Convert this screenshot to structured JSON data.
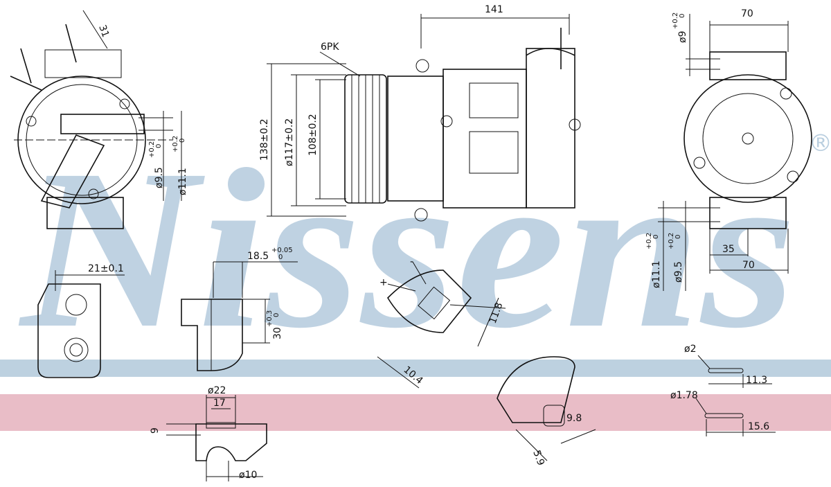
{
  "watermark": {
    "brand": "Nissens",
    "registered": "®"
  },
  "colors": {
    "band_blue": "#bdd1e0",
    "band_pink": "#e9bdc7",
    "watermark": "#b9cedf",
    "line": "#111111"
  },
  "front_view": {
    "dim_top": "31",
    "dim_d95": "ø9.5",
    "dim_d111": "ø11.1",
    "tol_plus": "+0.2",
    "tol_zero": "0"
  },
  "side_view": {
    "dim_length": "141",
    "belt": "6PK",
    "dim_138": "138±0.2",
    "dim_117": "ø117±0.2",
    "dim_108": "108±0.2"
  },
  "rear_view": {
    "dim_top_width": "70",
    "dim_d9": "ø9",
    "dim_d111": "ø11.1",
    "dim_d95": "ø9.5",
    "dim_35": "35",
    "dim_70": "70",
    "tol_plus": "+0.2",
    "tol_zero": "0"
  },
  "port_view": {
    "dim_21": "21±0.1"
  },
  "fitting_section": {
    "dim_185": "18.5",
    "tol_185_plus": "+0.05",
    "tol_185_zero": "0",
    "dim_30": "30",
    "tol_30_plus": "+0.3",
    "tol_30_zero": "0"
  },
  "connector_view": {
    "plus": "+",
    "minus": "-",
    "dim_118": "11.8",
    "dim_104": "10.4"
  },
  "oring_small": {
    "dim_d2": "ø2",
    "dim_113": "11.3"
  },
  "oring_large": {
    "dim_d178": "ø1.78",
    "dim_156": "15.6"
  },
  "valve_section": {
    "dim_d22": "ø22",
    "dim_17": "17",
    "dim_9": "9",
    "dim_d10": "ø10"
  },
  "plug_view": {
    "dim_98": "9.8",
    "dim_59": "5.9"
  }
}
